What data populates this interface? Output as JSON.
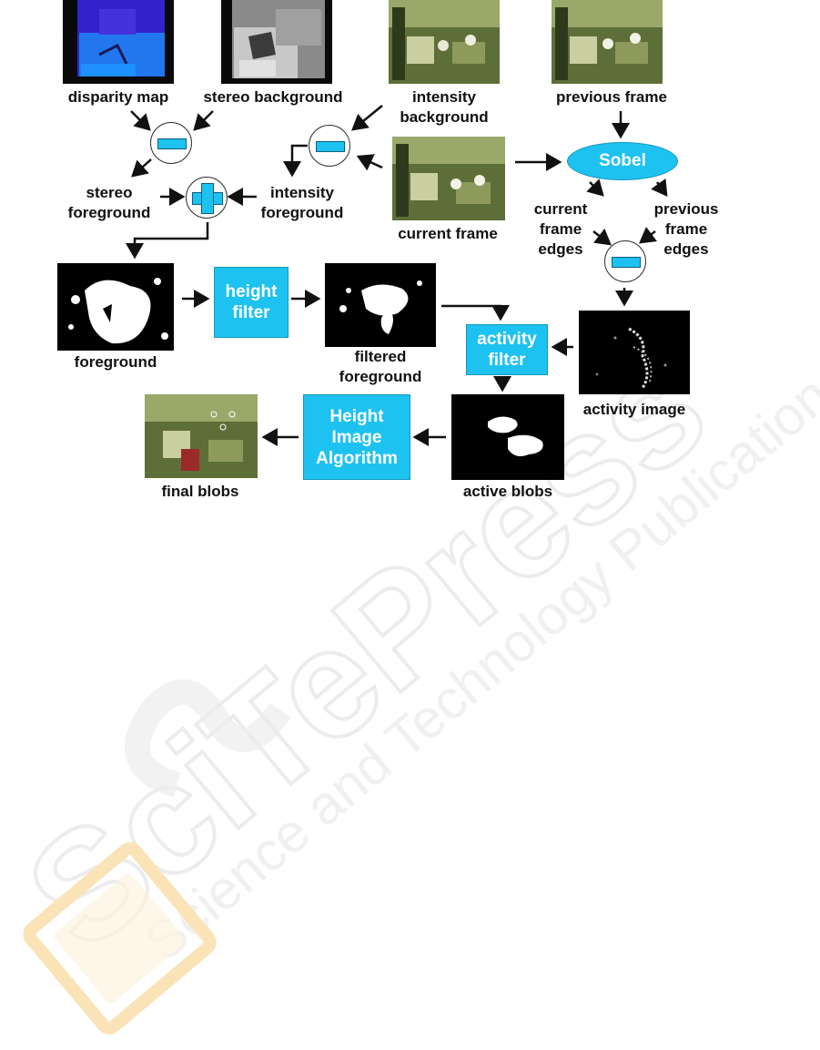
{
  "nodes": {
    "disparity_map": "disparity map",
    "stereo_background": "stereo background",
    "intensity_background": "intensity\nbackground",
    "previous_frame": "previous frame",
    "sobel": "Sobel",
    "stereo_foreground": "stereo\nforeground",
    "intensity_foreground": "intensity\nforeground",
    "current_frame": "current frame",
    "current_frame_edges": "current\nframe\nedges",
    "previous_frame_edges": "previous\nframe\nedges",
    "foreground": "foreground",
    "height_filter": "height\nfilter",
    "filtered_foreground": "filtered\nforeground",
    "activity_filter": "activity\nfilter",
    "activity_image": "activity image",
    "height_image_algorithm": "Height\nImage\nAlgorithm",
    "active_blobs": "active blobs",
    "final_blobs": "final blobs"
  },
  "watermark": {
    "brand": "SciTePress",
    "tagline": "Science and Technology Publications"
  },
  "colors": {
    "process_box": "#1ec2f0",
    "arrow": "#111111"
  }
}
